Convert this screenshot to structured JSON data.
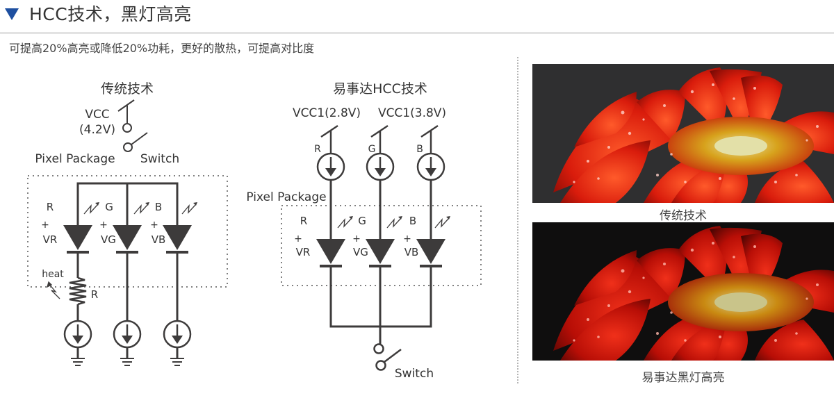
{
  "header": {
    "title": "HCC技术，黑灯高亮",
    "marker_icon": "triangle-down-icon",
    "accent_color": "#1e4fa0"
  },
  "subtitle": "可提高20%高亮或降低20%功耗，更好的散热，可提高对比度",
  "traditional": {
    "title": "传统技术",
    "vcc_label": "VCC",
    "vcc_value": "(4.2V)",
    "pixel_package_label": "Pixel Package",
    "switch_label": "Switch",
    "channels": [
      {
        "name": "R",
        "voltage_label": "VR",
        "plus": "+"
      },
      {
        "name": "G",
        "voltage_label": "VG",
        "plus": "+"
      },
      {
        "name": "B",
        "voltage_label": "VB",
        "plus": "+"
      }
    ],
    "heat_label": "heat",
    "resistor_label": "R"
  },
  "hcc": {
    "title": "易事达HCC技术",
    "vcc1_label": "VCC1(2.8V)",
    "vcc2_label": "VCC1(3.8V)",
    "pixel_package_label": "Pixel Package",
    "switch_label": "Switch",
    "sources": [
      "R",
      "G",
      "B"
    ],
    "channels": [
      {
        "name": "R",
        "voltage_label": "VR",
        "plus": "+"
      },
      {
        "name": "G",
        "voltage_label": "VG",
        "plus": "+"
      },
      {
        "name": "B",
        "voltage_label": "VB",
        "plus": "+"
      }
    ]
  },
  "comparison": {
    "top_caption": "传统技术",
    "bottom_caption": "易事达黑灯高亮",
    "top_image": "red-gerbera-flower-photo-gray-background",
    "bottom_image": "red-gerbera-flower-photo-black-background"
  }
}
